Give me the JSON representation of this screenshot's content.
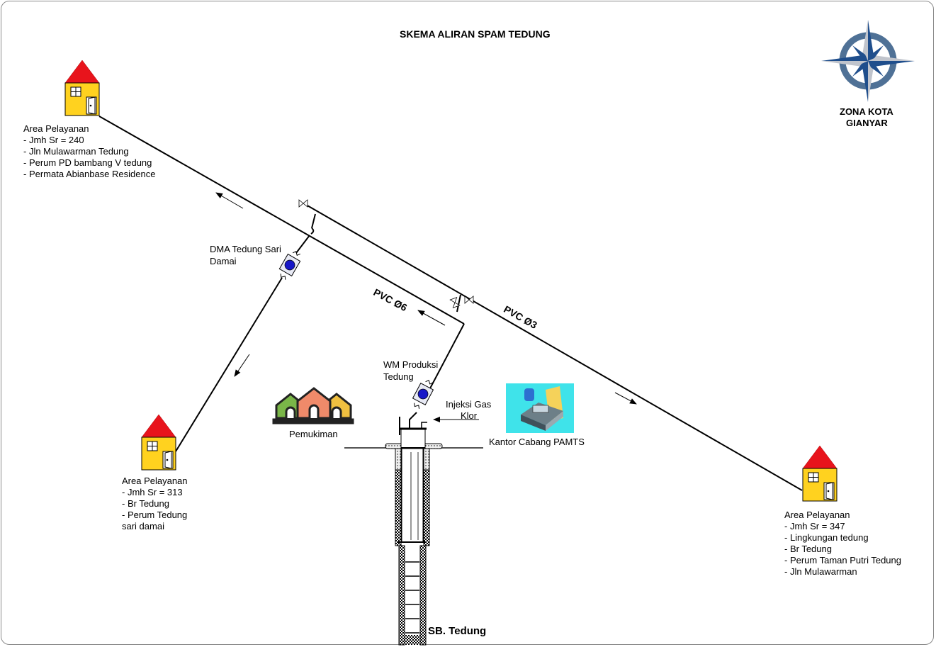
{
  "title": "SKEMA ALIRAN SPAM TEDUNG",
  "compass": {
    "label_line1": "ZONA KOTA",
    "label_line2": "GIANYAR",
    "colors": {
      "blue": "#1f4e8c",
      "ring": "#4f7196",
      "grey": "#c0c4cc"
    }
  },
  "areas": [
    {
      "title": "Area Pelayanan",
      "lines": [
        "- Jmh  Sr = 240",
        "- Jln Mulawarman Tedung",
        "- Perum PD bambang V tedung",
        "- Permata Abianbase Residence"
      ]
    },
    {
      "title": "Area Pelayanan",
      "lines": [
        "- Jmh  Sr = 313",
        "- Br Tedung",
        "- Perum Tedung",
        "sari damai"
      ]
    },
    {
      "title": "Area Pelayanan",
      "lines": [
        "- Jmh  Sr = 347",
        "- Lingkungan tedung",
        "- Br Tedung",
        "- Perum Taman Putri Tedung",
        "- Jln Mulawarman"
      ]
    }
  ],
  "pipes": {
    "main": "PVC Ø6",
    "secondary": "PVC Ø3"
  },
  "labels": {
    "dma": "DMA Tedung Sari",
    "dma2": "Damai",
    "wm": "WM Produksi",
    "wm2": "Tedung",
    "injection": "Injeksi Gas",
    "injection2": "Klor",
    "office": "Kantor Cabang PAMTS",
    "settlement": "Pemukiman",
    "source": "SB. Tedung"
  },
  "colors": {
    "roof": "#e8141c",
    "house": "#ffd21f",
    "meter": "#1616c8",
    "office_bg": "#3fe3ea"
  }
}
